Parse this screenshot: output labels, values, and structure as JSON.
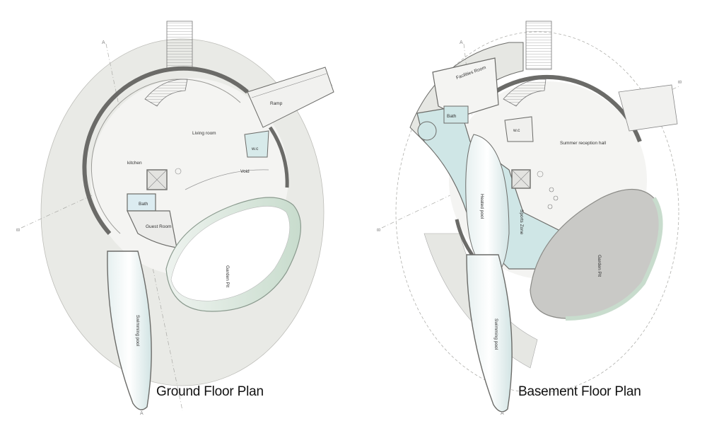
{
  "plans": [
    {
      "title": "Ground Floor Plan",
      "rooms": {
        "living_room": "Living room",
        "kitchen": "kitchen",
        "bath": "Bath",
        "guest_room": "Guest Room",
        "wc": "w.c",
        "void": "Void",
        "ramp": "Ramp",
        "garden_pit": "Garden Pit",
        "swimming_pool": "Swimming pool"
      },
      "section_marks": {
        "a_top": "A",
        "a_bottom": "A",
        "b_left": "B"
      }
    },
    {
      "title": "Basement Floor Plan",
      "rooms": {
        "facilities_room": "Facilities Room",
        "bath": "Bath",
        "wc": "w.c",
        "summer_reception_hall": "Summer reception hall",
        "heated_pool": "Heated pool",
        "sports_zone": "Sports Zone",
        "garden_pit": "Garden Pit",
        "swimming_pool": "Swimming pool"
      },
      "section_marks": {
        "a_top": "A",
        "a_bottom": "A",
        "b_left": "B",
        "b_right": "B"
      }
    }
  ],
  "colors": {
    "site": "#e9eae6",
    "floor": "#f4f4f2",
    "wall": "#6b6b68",
    "water": "#cfe6e6",
    "garden": "#d6e3d9",
    "pit_grey": "#c9c9c6"
  }
}
